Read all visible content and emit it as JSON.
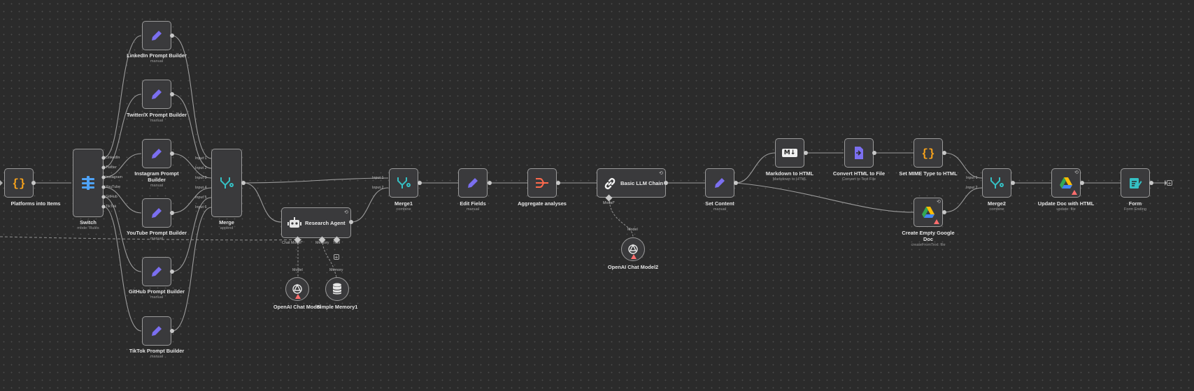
{
  "canvas": {
    "nodes": {
      "platforms_into_items": {
        "title": "Platforms into Items",
        "icon": "curly-braces-icon"
      },
      "switch": {
        "title": "Switch",
        "subtitle": "mode: Rules",
        "outputs": [
          "LinkedIn",
          "Twitter",
          "Instagram",
          "YouTube",
          "GitHub",
          "TikTok"
        ]
      },
      "linkedin": {
        "title": "LinkedIn Prompt Builder",
        "subtitle": "manual"
      },
      "twitter": {
        "title": "Twitter/X Prompt Builder",
        "subtitle": "manual"
      },
      "instagram": {
        "title": "Instagram Prompt Builder",
        "subtitle": "manual"
      },
      "youtube": {
        "title": "YouTube Prompt Builder",
        "subtitle": "manual"
      },
      "github": {
        "title": "GitHub Prompt Builder",
        "subtitle": "manual"
      },
      "tiktok": {
        "title": "TikTok Prompt Builder",
        "subtitle": "manual"
      },
      "merge": {
        "title": "Merge",
        "subtitle": "append",
        "inputs": [
          "Input 1",
          "Input 2",
          "Input 3",
          "Input 4",
          "Input 5",
          "Input 6"
        ]
      },
      "research_agent": {
        "title": "Research Agent",
        "ports": [
          "Chat Model*",
          "Memory",
          "Tool"
        ]
      },
      "openai_model": {
        "title": "OpenAI Chat Model",
        "port": "Model"
      },
      "simple_memory": {
        "title": "Simple Memory1",
        "port": "Memory"
      },
      "merge1": {
        "title": "Merge1",
        "subtitle": "combine",
        "inputs": [
          "Input 1",
          "Input 2"
        ]
      },
      "edit_fields": {
        "title": "Edit Fields",
        "subtitle": "manual"
      },
      "aggregate": {
        "title": "Aggregate analyses"
      },
      "basic_llm_chain": {
        "title": "Basic LLM Chain",
        "port": "Model*"
      },
      "openai_model2": {
        "title": "OpenAI Chat Model2",
        "port": "Model"
      },
      "set_content": {
        "title": "Set Content",
        "subtitle": "manual"
      },
      "markdown_to_html": {
        "title": "Markdown to HTML",
        "subtitle": "Markdown to HTML",
        "badge": "M↓"
      },
      "convert_html": {
        "title": "Convert HTML to File",
        "subtitle": "Convert to Text File"
      },
      "set_mime": {
        "title": "Set MIME Type to HTML"
      },
      "create_doc": {
        "title": "Create Empty Google Doc",
        "subtitle": "createFromText: file"
      },
      "merge2": {
        "title": "Merge2",
        "subtitle": "combine",
        "inputs": [
          "Input 1",
          "Input 2"
        ]
      },
      "update_doc": {
        "title": "Update Doc with HTML",
        "subtitle": "update: file"
      },
      "form": {
        "title": "Form",
        "subtitle": "Form Ending"
      }
    },
    "plus_symbol": "+",
    "refresh_symbol": "⟲",
    "colors": {
      "edge": "#9c9c9c",
      "warning": "#ff6d6d",
      "set_node": "#7b6ff0",
      "switch_node": "#4fa3f7",
      "merge_node": "#35c0c4",
      "aggregate_node": "#ff6a4d",
      "code_node": "#f7a21b"
    }
  }
}
